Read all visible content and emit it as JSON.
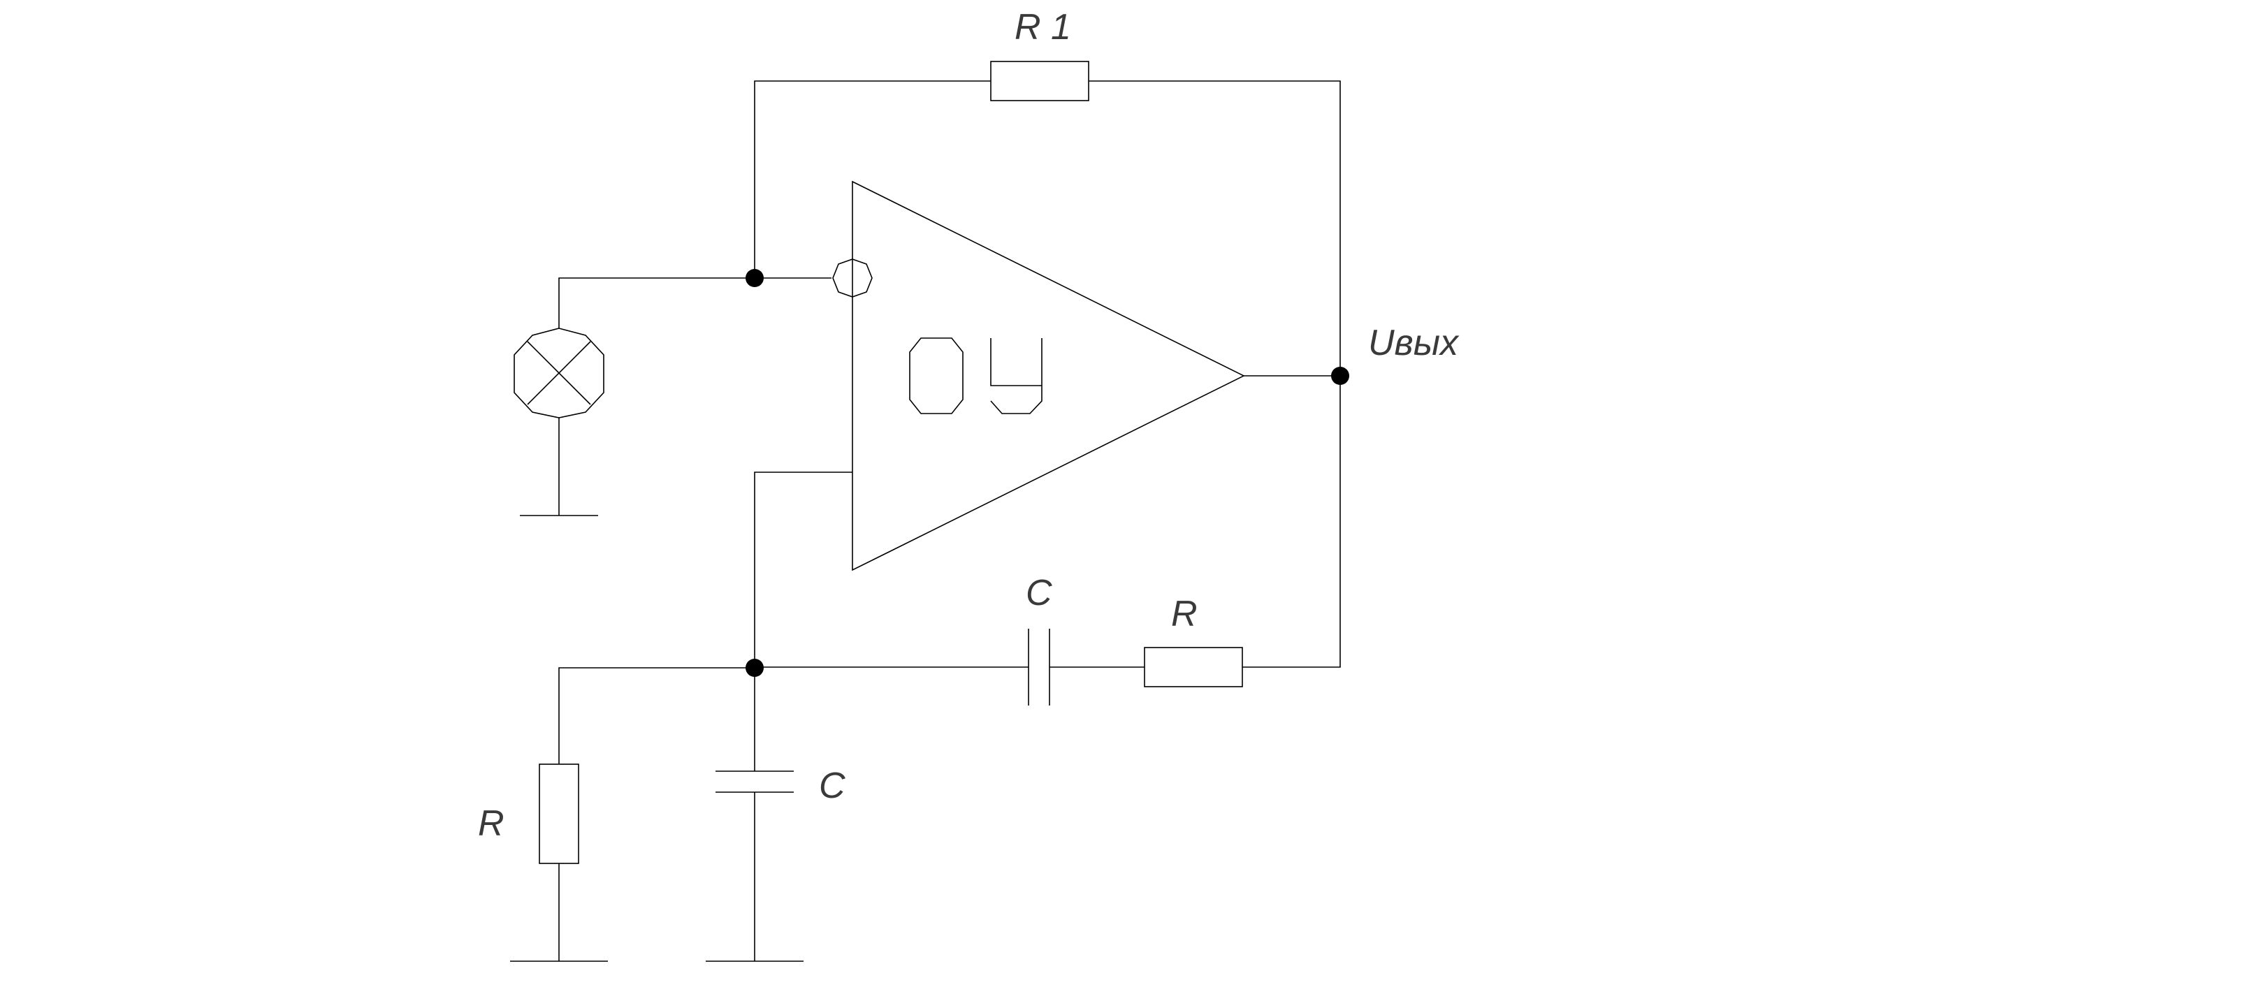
{
  "diagram": {
    "type": "circuit-schematic",
    "stroke_color": "#000000",
    "background": "#ffffff",
    "label_color": "#3a3a3a",
    "labels": {
      "r1": "R 1",
      "output": "Uвых",
      "opamp": "ОУ",
      "c_series": "C",
      "r_series": "R",
      "r_shunt": "R",
      "c_shunt": "C"
    }
  }
}
